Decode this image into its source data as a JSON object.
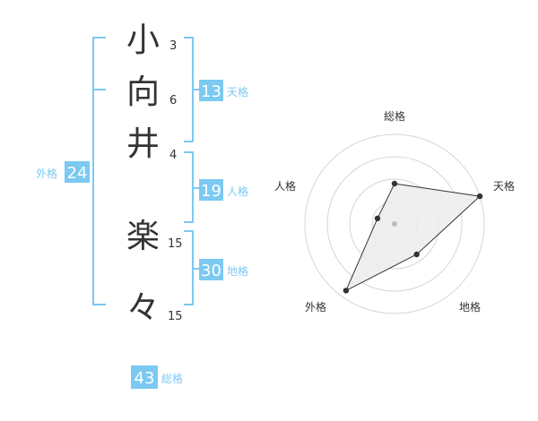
{
  "name": {
    "characters": [
      {
        "char": "小",
        "strokes": "3"
      },
      {
        "char": "向",
        "strokes": "6"
      },
      {
        "char": "井",
        "strokes": "4"
      },
      {
        "char": "楽",
        "strokes": "15"
      },
      {
        "char": "々",
        "strokes": "15"
      }
    ]
  },
  "fortune": {
    "tenkaku": {
      "value": "13",
      "label": "天格"
    },
    "jinkaku": {
      "value": "19",
      "label": "人格"
    },
    "chikaku": {
      "value": "30",
      "label": "地格"
    },
    "gaikaku": {
      "value": "24",
      "label": "外格"
    },
    "soukaku": {
      "value": "43",
      "label": "総格"
    }
  },
  "radar": {
    "axes": [
      "総格",
      "天格",
      "地格",
      "外格",
      "人格"
    ],
    "levels": 4,
    "values": [
      0.45,
      1.0,
      0.42,
      0.92,
      0.2
    ]
  }
}
